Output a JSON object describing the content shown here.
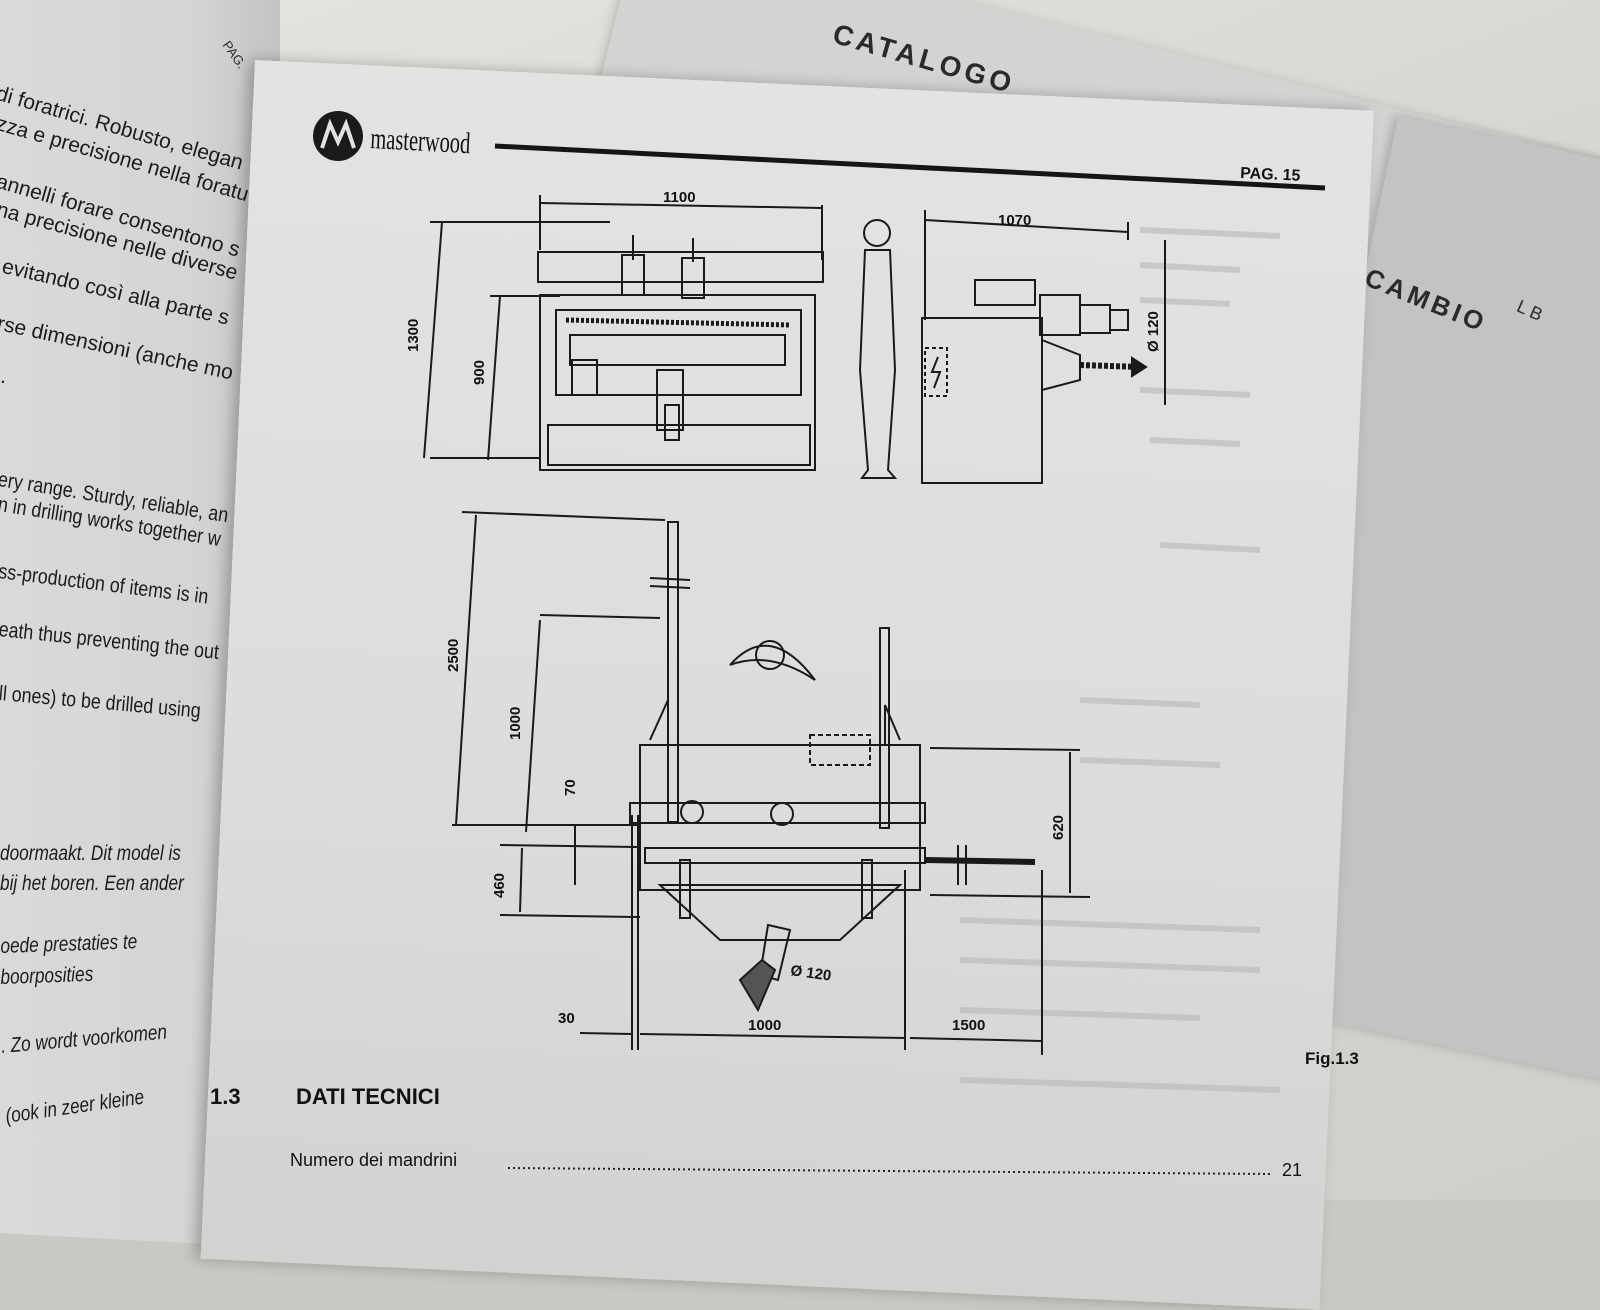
{
  "background": {
    "catalog_title": "CATALOGO",
    "cambio_title": "CAMBIO",
    "side_code": "LB",
    "left_page_header": "PAG."
  },
  "left_page": {
    "lines": [
      "di foratrici. Robusto, elegan",
      "zza e precisione nella foratu",
      "annelli forare consentono s",
      "na precisione nelle diverse",
      "evitando così alla parte s",
      "rse dimensioni (anche mo",
      ".",
      "ery range. Sturdy, reliable, an",
      "n in drilling works together w",
      "ss-production of items is in",
      "eath thus preventing the out",
      "ll ones) to be drilled using",
      "doormaakt. Dit model is",
      "bij het boren. Een ander",
      "oede prestaties te",
      "boorposities",
      ". Zo wordt voorkomen",
      "(ook in zeer kleine"
    ]
  },
  "header": {
    "logo_text": "masterwood",
    "page_label": "PAG. 15"
  },
  "drawing": {
    "top_view": {
      "width": "1100",
      "height_total": "1300",
      "height_table": "900"
    },
    "side_view": {
      "width": "1070",
      "outlet": "Ø 120"
    },
    "bottom_view": {
      "height_total": "2500",
      "height_mid": "1000",
      "height_small": "70",
      "height_base": "460",
      "height_side": "620",
      "outlet": "Ø 120",
      "offset": "30",
      "width": "1000",
      "extension": "1500"
    },
    "caption": "Fig.1.3"
  },
  "section": {
    "number": "1.3",
    "title": "DATI TECNICI",
    "row_label": "Numero dei mandrini",
    "row_value": "21"
  }
}
